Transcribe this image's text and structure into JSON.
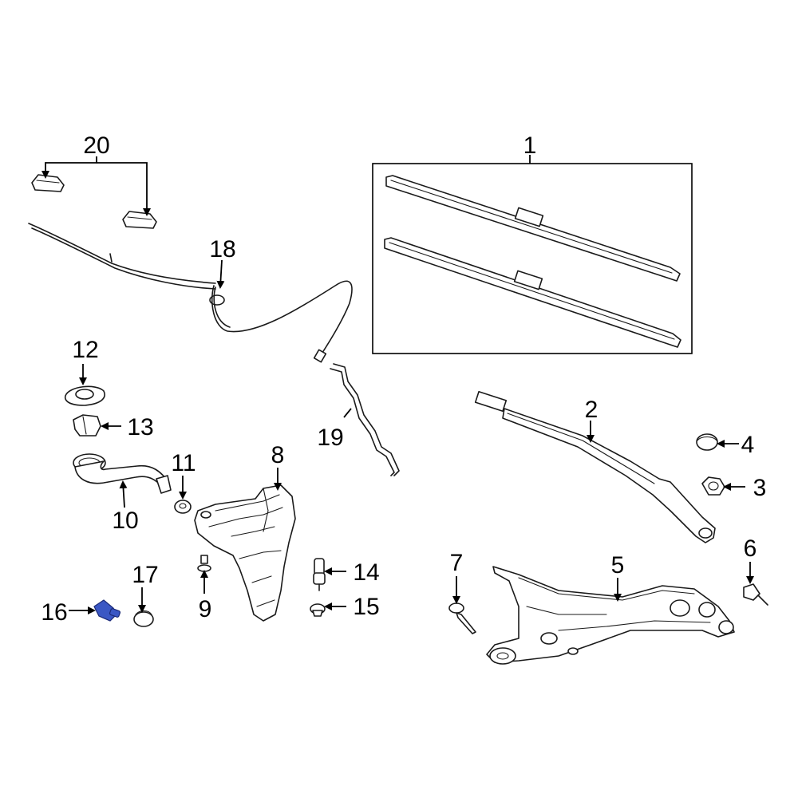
{
  "diagram": {
    "callouts": [
      {
        "id": "c1",
        "text": "1"
      },
      {
        "id": "c2",
        "text": "2"
      },
      {
        "id": "c3",
        "text": "3"
      },
      {
        "id": "c4",
        "text": "4"
      },
      {
        "id": "c5",
        "text": "5"
      },
      {
        "id": "c6",
        "text": "6"
      },
      {
        "id": "c7",
        "text": "7"
      },
      {
        "id": "c8",
        "text": "8"
      },
      {
        "id": "c9",
        "text": "9"
      },
      {
        "id": "c10",
        "text": "10"
      },
      {
        "id": "c11",
        "text": "11"
      },
      {
        "id": "c12",
        "text": "12"
      },
      {
        "id": "c13",
        "text": "13"
      },
      {
        "id": "c14",
        "text": "14"
      },
      {
        "id": "c15",
        "text": "15"
      },
      {
        "id": "c16",
        "text": "16"
      },
      {
        "id": "c17",
        "text": "17"
      },
      {
        "id": "c18",
        "text": "18"
      },
      {
        "id": "c19",
        "text": "19"
      },
      {
        "id": "c20",
        "text": "20"
      }
    ],
    "highlight_color": "#3a57c4"
  }
}
